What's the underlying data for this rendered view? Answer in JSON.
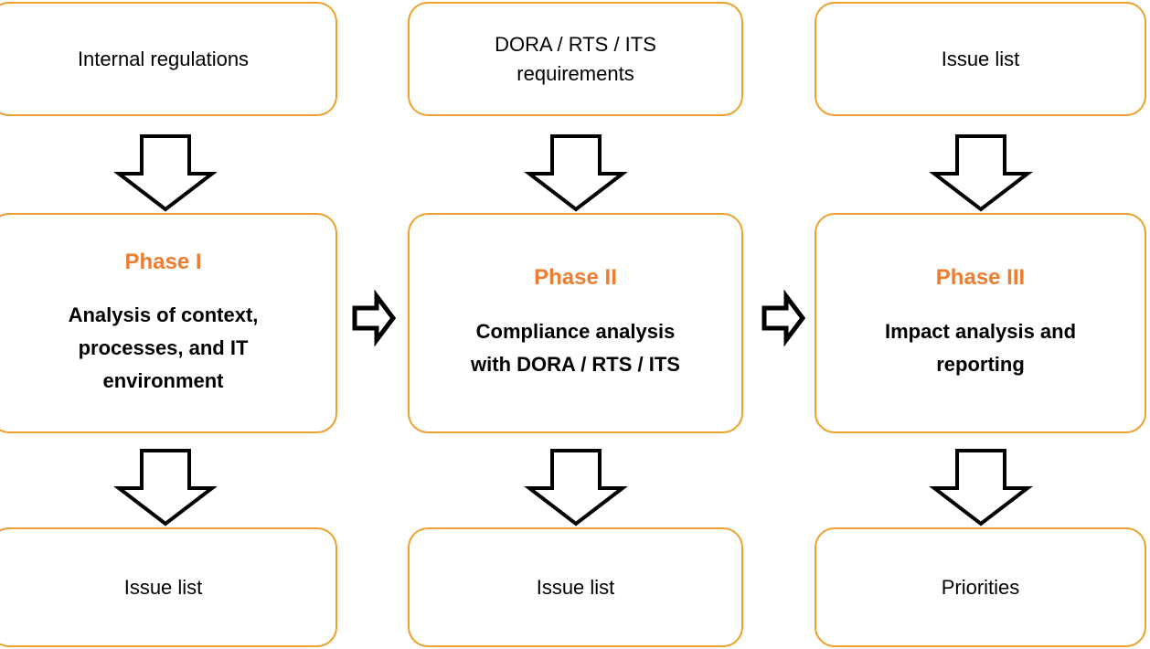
{
  "diagram": {
    "title": "DORA compliance three-phase approach",
    "colors": {
      "box_border": "#eda02b",
      "phase_title": "#ed7d31",
      "text": "#000000",
      "arrow_stroke": "#000000",
      "background": "#ffffff"
    },
    "columns": [
      {
        "id": "column-1",
        "input": {
          "lines": [
            "Internal regulations"
          ]
        },
        "phase": {
          "title": "Phase I",
          "body_lines": [
            "Analysis of context,",
            "processes, and IT",
            "environment"
          ]
        },
        "output": {
          "lines": [
            "Issue list"
          ]
        }
      },
      {
        "id": "column-2",
        "input": {
          "lines": [
            "DORA / RTS / ITS",
            "requirements"
          ]
        },
        "phase": {
          "title": "Phase II",
          "body_lines": [
            "Compliance analysis",
            "with DORA / RTS / ITS"
          ]
        },
        "output": {
          "lines": [
            "Issue list"
          ]
        }
      },
      {
        "id": "column-3",
        "input": {
          "lines": [
            "Issue list"
          ]
        },
        "phase": {
          "title": "Phase III",
          "body_lines": [
            "Impact analysis and",
            "reporting"
          ]
        },
        "output": {
          "lines": [
            "Priorities"
          ]
        }
      }
    ],
    "arrows": {
      "down_icon": "arrow-down-icon",
      "right_icon": "arrow-right-icon",
      "down_count": 6,
      "right_count": 2
    }
  }
}
